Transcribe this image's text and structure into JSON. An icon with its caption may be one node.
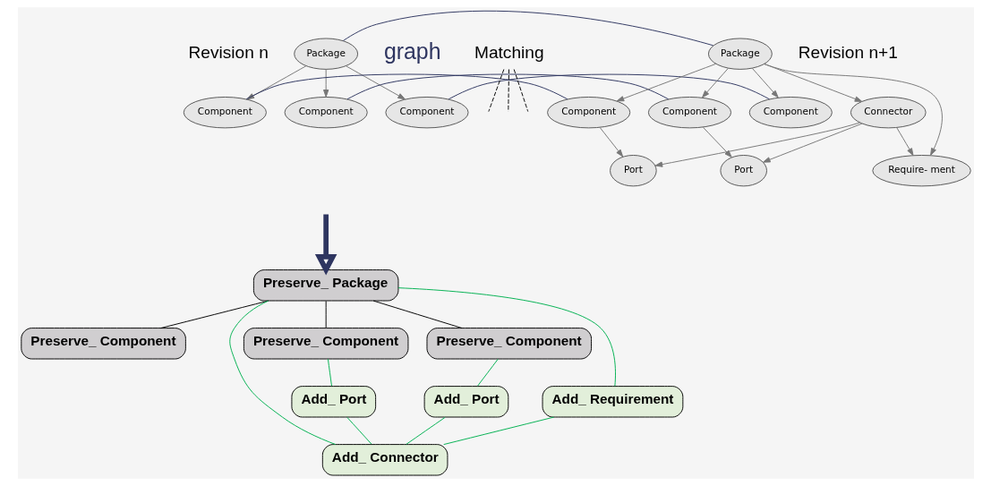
{
  "diagram": {
    "nodes": [
      {
        "text": [
          "Package"
        ]
      },
      {
        "text": [
          "Component"
        ]
      },
      {
        "text": [
          "Component"
        ]
      },
      {
        "text": [
          "Component"
        ]
      },
      {
        "text": [
          "Package"
        ]
      },
      {
        "text": [
          "Component"
        ]
      },
      {
        "text": [
          "Component"
        ]
      },
      {
        "text": [
          "Component"
        ]
      },
      {
        "text": [
          "Require- ment"
        ]
      },
      {
        "text": [
          "Port"
        ]
      },
      {
        "text": [
          "Port"
        ]
      },
      {
        "text": [
          "Connector"
        ]
      },
      {
        "text": [
          "Matching"
        ]
      },
      {
        "text": [
          "Preserve_ Package"
        ]
      },
      {
        "text": [
          "Preserve_ Component"
        ]
      },
      {
        "text": [
          "Preserve_ Component"
        ]
      },
      {
        "text": [
          "Preserve_ Component"
        ]
      },
      {
        "text": [
          "Add_ Port"
        ]
      },
      {
        "text": [
          "Add_ Port"
        ]
      },
      {
        "text": [
          "Add_ Requirement"
        ]
      },
      {
        "text": [
          "Add_ Connector"
        ]
      }
    ],
    "edges": [
      {
        "from": 0,
        "to": 1,
        "arrow": "to"
      },
      {
        "from": 0,
        "to": 2,
        "arrow": "to"
      },
      {
        "from": 0,
        "to": 3,
        "arrow": "to"
      },
      {
        "from": 4,
        "to": 5,
        "arrow": "to"
      },
      {
        "from": 4,
        "to": 6,
        "arrow": "to"
      },
      {
        "from": 4,
        "to": 7,
        "arrow": "to"
      },
      {
        "from": 4,
        "to": 8,
        "arrow": "to"
      },
      {
        "from": 4,
        "to": 11,
        "arrow": "to"
      },
      {
        "from": 6,
        "to": 9,
        "arrow": "to"
      },
      {
        "from": 7,
        "to": 10,
        "arrow": "to"
      },
      {
        "from": 11,
        "to": 9,
        "arrow": "to"
      },
      {
        "from": 11,
        "to": 10,
        "arrow": "to"
      },
      {
        "from": 11,
        "to": 8,
        "arrow": "to"
      },
      {
        "from": 0,
        "to": 4,
        "arrow": "none",
        "color": "#2e3560"
      },
      {
        "from": 1,
        "to": 5,
        "arrow": "none",
        "color": "#2e3560"
      },
      {
        "from": 2,
        "to": 6,
        "arrow": "none",
        "color": "#2e3560"
      },
      {
        "from": 3,
        "to": 7,
        "arrow": "none",
        "color": "#2e3560"
      },
      {
        "from": 12,
        "to": null,
        "arrow": "none",
        "style": "dashed",
        "color": "#000000"
      },
      {
        "from": 12,
        "to": null,
        "arrow": "none",
        "style": "dashed",
        "color": "#000000"
      },
      {
        "from": 12,
        "to": null,
        "arrow": "none",
        "style": "dashed",
        "color": "#000000"
      },
      {
        "from": null,
        "to": 13,
        "arrow": "to",
        "style": "thick",
        "color": "#2e3560"
      },
      {
        "from": 13,
        "to": 14,
        "arrow": "none",
        "color": "#000000"
      },
      {
        "from": 13,
        "to": 15,
        "arrow": "none",
        "color": "#000000"
      },
      {
        "from": 13,
        "to": 16,
        "arrow": "none",
        "color": "#000000"
      },
      {
        "from": 13,
        "to": 19,
        "arrow": "none",
        "color": "#00b050"
      },
      {
        "from": 13,
        "to": 20,
        "arrow": "none",
        "color": "#00b050"
      },
      {
        "from": 15,
        "to": 17,
        "arrow": "none",
        "color": "#00b050"
      },
      {
        "from": 16,
        "to": 18,
        "arrow": "none",
        "color": "#00b050"
      },
      {
        "from": 17,
        "to": 20,
        "arrow": "none",
        "color": "#00b050"
      },
      {
        "from": 18,
        "to": 20,
        "arrow": "none",
        "color": "#00b050"
      },
      {
        "from": 19,
        "to": 20,
        "arrow": "none",
        "color": "#00b050"
      }
    ],
    "labels": [
      "graph",
      "Revision n",
      "Revision n+1"
    ]
  }
}
